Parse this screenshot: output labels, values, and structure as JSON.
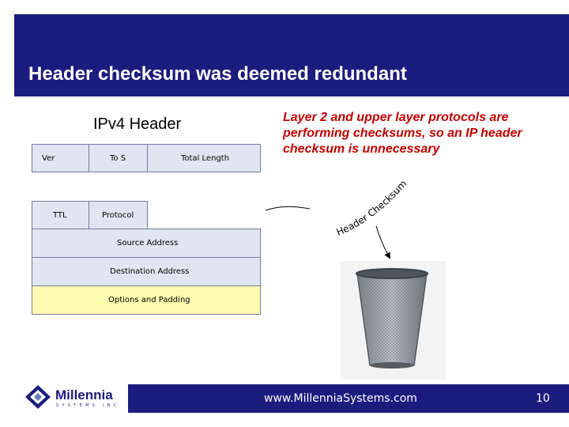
{
  "slide": {
    "title": "Header checksum was deemed redundant",
    "page_number": "10",
    "footer_url": "www.MillenniaSystems.com"
  },
  "header_diagram": {
    "title": "IPv4 Header",
    "fields": {
      "ver": "Ver",
      "tos": "To S",
      "total_length": "Total Length",
      "ttl": "TTL",
      "protocol": "Protocol",
      "source_address": "Source Address",
      "destination_address": "Destination Address",
      "options_padding": "Options and Padding"
    }
  },
  "note": "Layer 2 and upper layer protocols are performing checksums, so an IP header checksum is unnecessary",
  "arc_text": "Header Checksum",
  "logo": {
    "name": "Millennia",
    "subtitle": "SYSTEMS INC"
  },
  "colors": {
    "banner": "#1c1c7e",
    "note_text": "#c00000",
    "field_fill": "#dfe6f1",
    "options_fill": "#fdfbb0"
  }
}
